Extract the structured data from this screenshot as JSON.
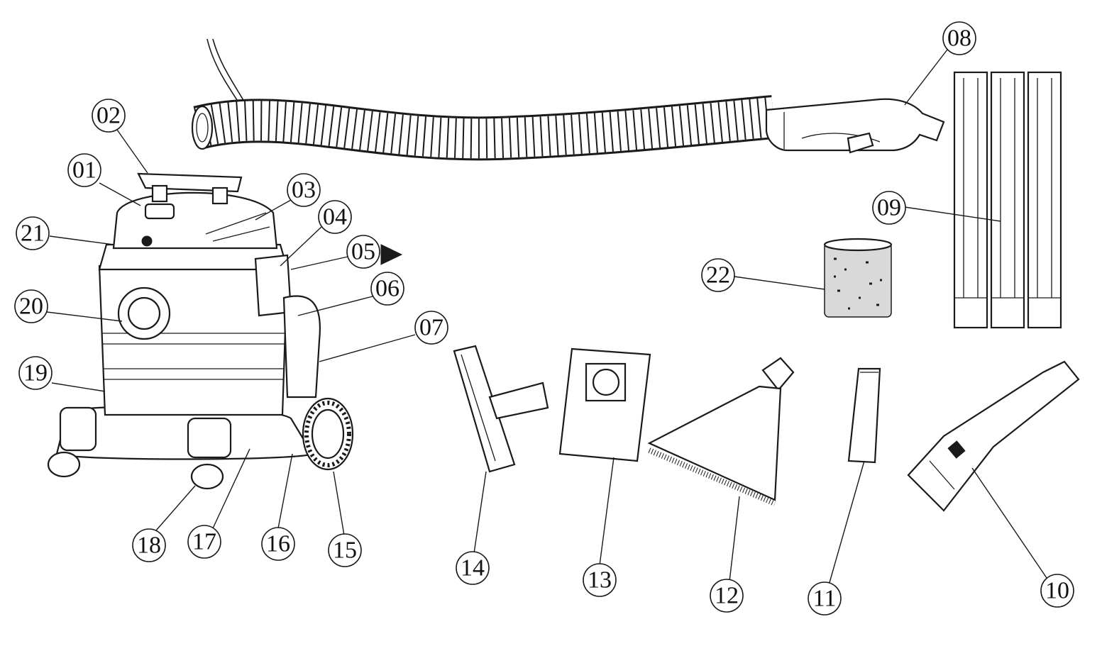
{
  "diagram": {
    "type": "exploded-parts-view",
    "arrow_marker": "right-pointing-triangle",
    "callouts": [
      {
        "id": "c01",
        "label": "01"
      },
      {
        "id": "c02",
        "label": "02"
      },
      {
        "id": "c03",
        "label": "03"
      },
      {
        "id": "c04",
        "label": "04"
      },
      {
        "id": "c05",
        "label": "05"
      },
      {
        "id": "c06",
        "label": "06"
      },
      {
        "id": "c07",
        "label": "07"
      },
      {
        "id": "c08",
        "label": "08"
      },
      {
        "id": "c09",
        "label": "09"
      },
      {
        "id": "c10",
        "label": "10"
      },
      {
        "id": "c11",
        "label": "11"
      },
      {
        "id": "c12",
        "label": "12"
      },
      {
        "id": "c13",
        "label": "13"
      },
      {
        "id": "c14",
        "label": "14"
      },
      {
        "id": "c15",
        "label": "15"
      },
      {
        "id": "c16",
        "label": "16"
      },
      {
        "id": "c17",
        "label": "17"
      },
      {
        "id": "c18",
        "label": "18"
      },
      {
        "id": "c19",
        "label": "19"
      },
      {
        "id": "c20",
        "label": "20"
      },
      {
        "id": "c21",
        "label": "21"
      },
      {
        "id": "c22",
        "label": "22"
      }
    ]
  }
}
